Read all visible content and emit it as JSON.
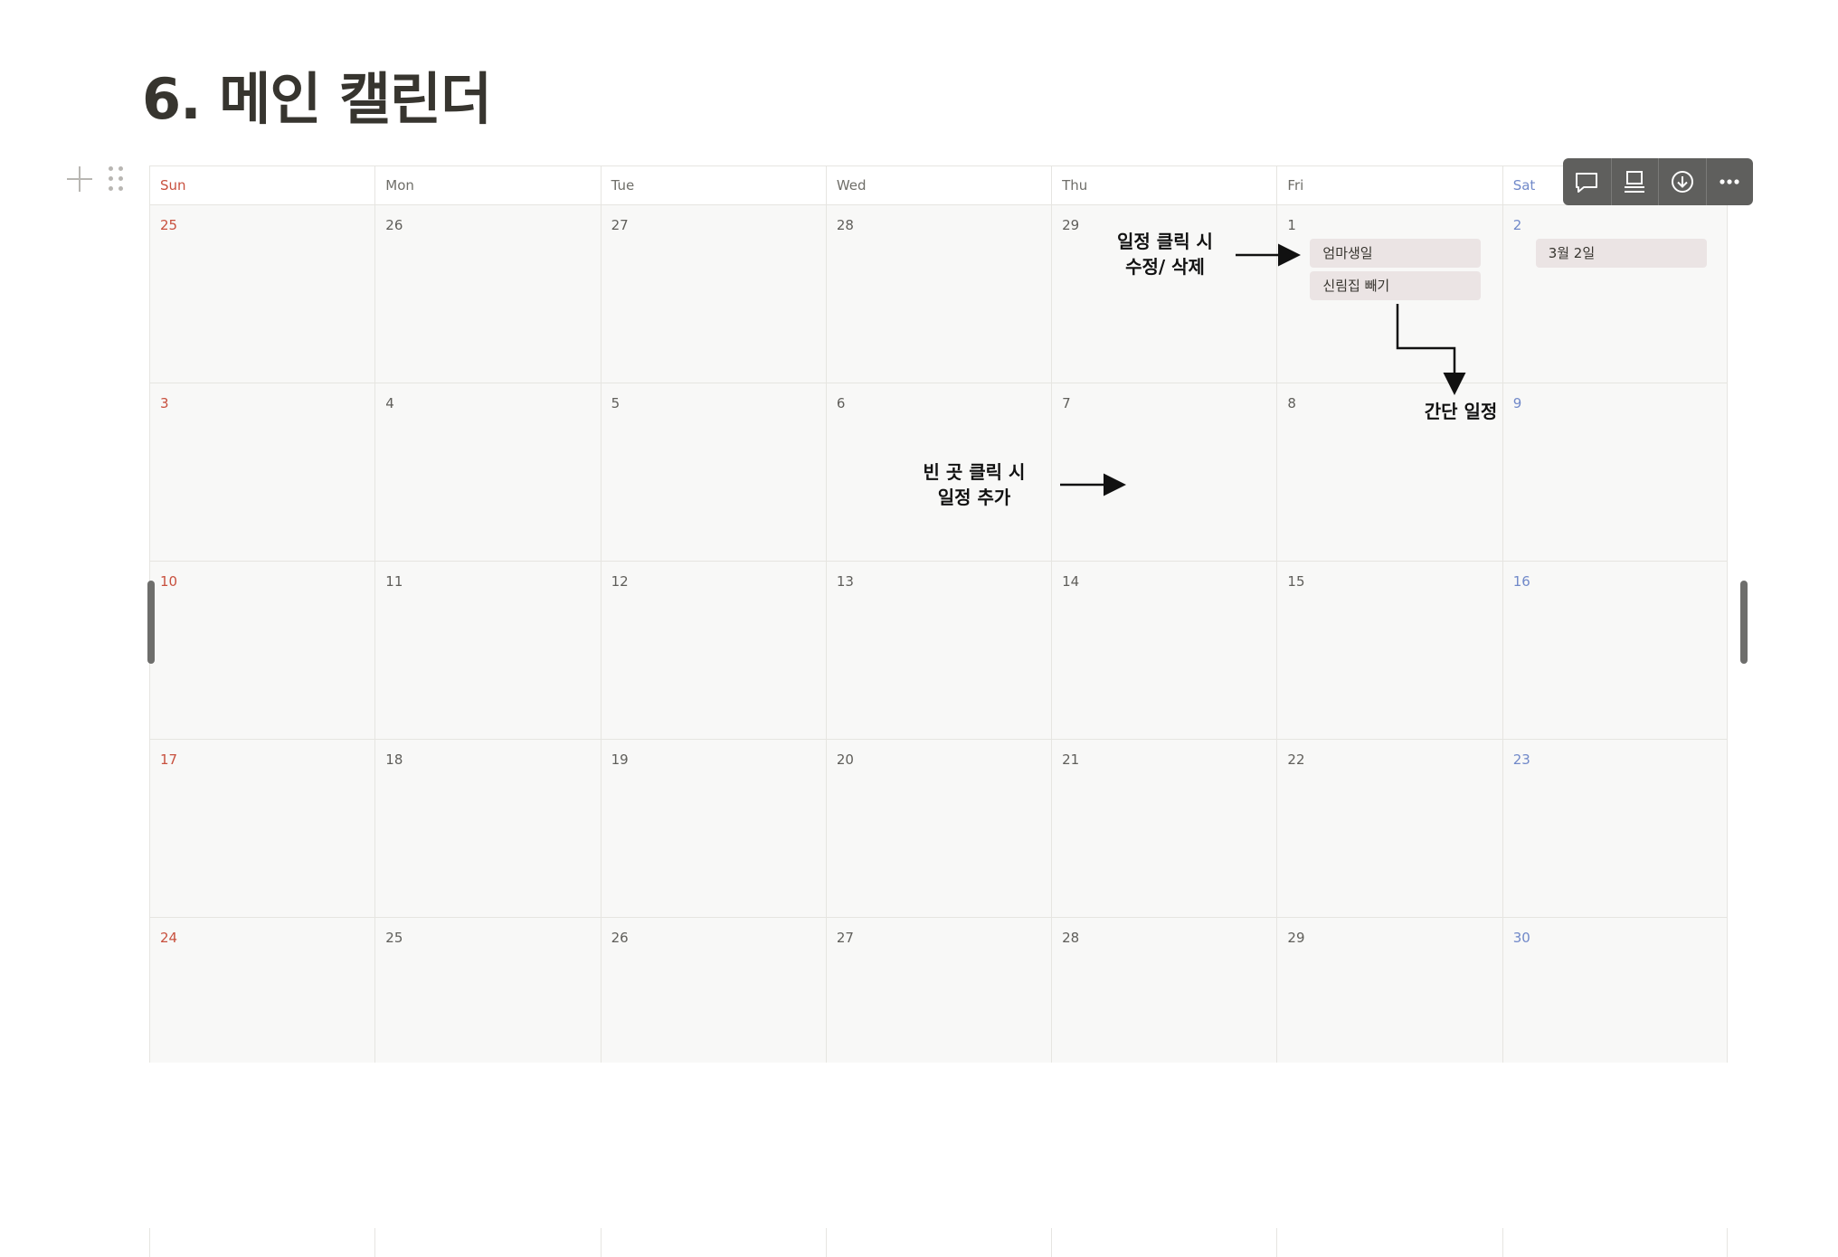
{
  "page": {
    "title": "6. 메인 캘린더"
  },
  "calendar": {
    "weekdays": [
      "Sun",
      "Mon",
      "Tue",
      "Wed",
      "Thu",
      "Fri",
      "Sat"
    ],
    "weeks": [
      [
        "25",
        "26",
        "27",
        "28",
        "29",
        "1",
        "2"
      ],
      [
        "3",
        "4",
        "5",
        "6",
        "7",
        "8",
        "9"
      ],
      [
        "10",
        "11",
        "12",
        "13",
        "14",
        "15",
        "16"
      ],
      [
        "17",
        "18",
        "19",
        "20",
        "21",
        "22",
        "23"
      ],
      [
        "24",
        "25",
        "26",
        "27",
        "28",
        "29",
        "30"
      ]
    ],
    "events": {
      "fri_1": [
        "엄마생일",
        "신림집 빼기"
      ],
      "sat_2": [
        "3월 2일"
      ]
    }
  },
  "toolbar": {
    "buttons": [
      "comment-icon",
      "layout-icon",
      "download-icon",
      "more-icon"
    ]
  },
  "annotations": {
    "edit_delete": [
      "일정 클릭 시",
      "수정/ 삭제"
    ],
    "simple_event": "간단 일정",
    "add_event": [
      "빈 곳 클릭 시",
      "일정 추가"
    ]
  },
  "colors": {
    "sunday": "#c8503e",
    "saturday": "#7189c9",
    "event_bg": "#ebe4e4",
    "toolbar_bg": "#5f5f5d"
  }
}
